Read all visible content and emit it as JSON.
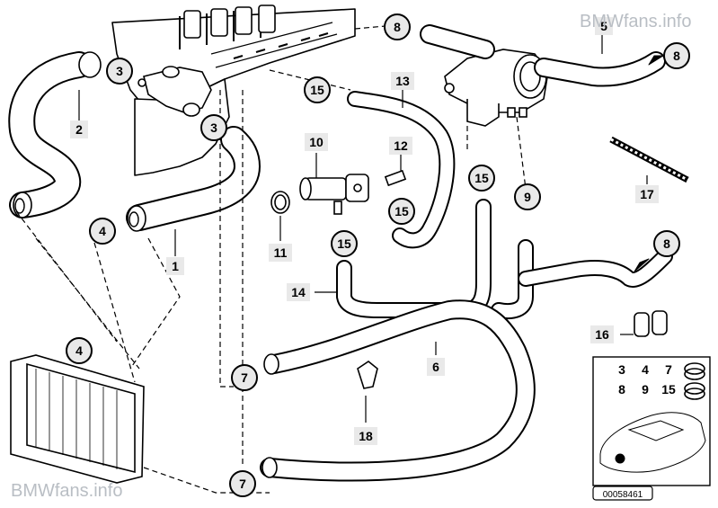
{
  "watermark": {
    "top": "BMWfans.info",
    "bottom": "BMWfans.info"
  },
  "image_id": "00058461",
  "callouts": [
    {
      "id": "c3a",
      "label": "3",
      "style": "circle"
    },
    {
      "id": "c3b",
      "label": "3",
      "style": "circle"
    },
    {
      "id": "c2",
      "label": "2",
      "style": "box"
    },
    {
      "id": "c4a",
      "label": "4",
      "style": "circle"
    },
    {
      "id": "c1",
      "label": "1",
      "style": "box"
    },
    {
      "id": "c4b",
      "label": "4",
      "style": "circle"
    },
    {
      "id": "c8a",
      "label": "8",
      "style": "circle"
    },
    {
      "id": "c5",
      "label": "5",
      "style": "box"
    },
    {
      "id": "c8b",
      "label": "8",
      "style": "circle"
    },
    {
      "id": "c15a",
      "label": "15",
      "style": "circle"
    },
    {
      "id": "c13",
      "label": "13",
      "style": "box"
    },
    {
      "id": "c10",
      "label": "10",
      "style": "box"
    },
    {
      "id": "c12",
      "label": "12",
      "style": "box"
    },
    {
      "id": "c15b",
      "label": "15",
      "style": "circle"
    },
    {
      "id": "c11",
      "label": "11",
      "style": "box"
    },
    {
      "id": "c15c",
      "label": "15",
      "style": "circle"
    },
    {
      "id": "c14",
      "label": "14",
      "style": "box"
    },
    {
      "id": "c15d",
      "label": "15",
      "style": "circle"
    },
    {
      "id": "c9",
      "label": "9",
      "style": "circle"
    },
    {
      "id": "c17",
      "label": "17",
      "style": "box"
    },
    {
      "id": "c8c",
      "label": "8",
      "style": "circle"
    },
    {
      "id": "c16",
      "label": "16",
      "style": "box"
    },
    {
      "id": "c6",
      "label": "6",
      "style": "box"
    },
    {
      "id": "c7a",
      "label": "7",
      "style": "circle"
    },
    {
      "id": "c18",
      "label": "18",
      "style": "box"
    },
    {
      "id": "c7b",
      "label": "7",
      "style": "circle"
    }
  ],
  "legend": {
    "rows": [
      [
        "3",
        "4",
        "7"
      ],
      [
        "8",
        "9",
        "15"
      ]
    ]
  }
}
